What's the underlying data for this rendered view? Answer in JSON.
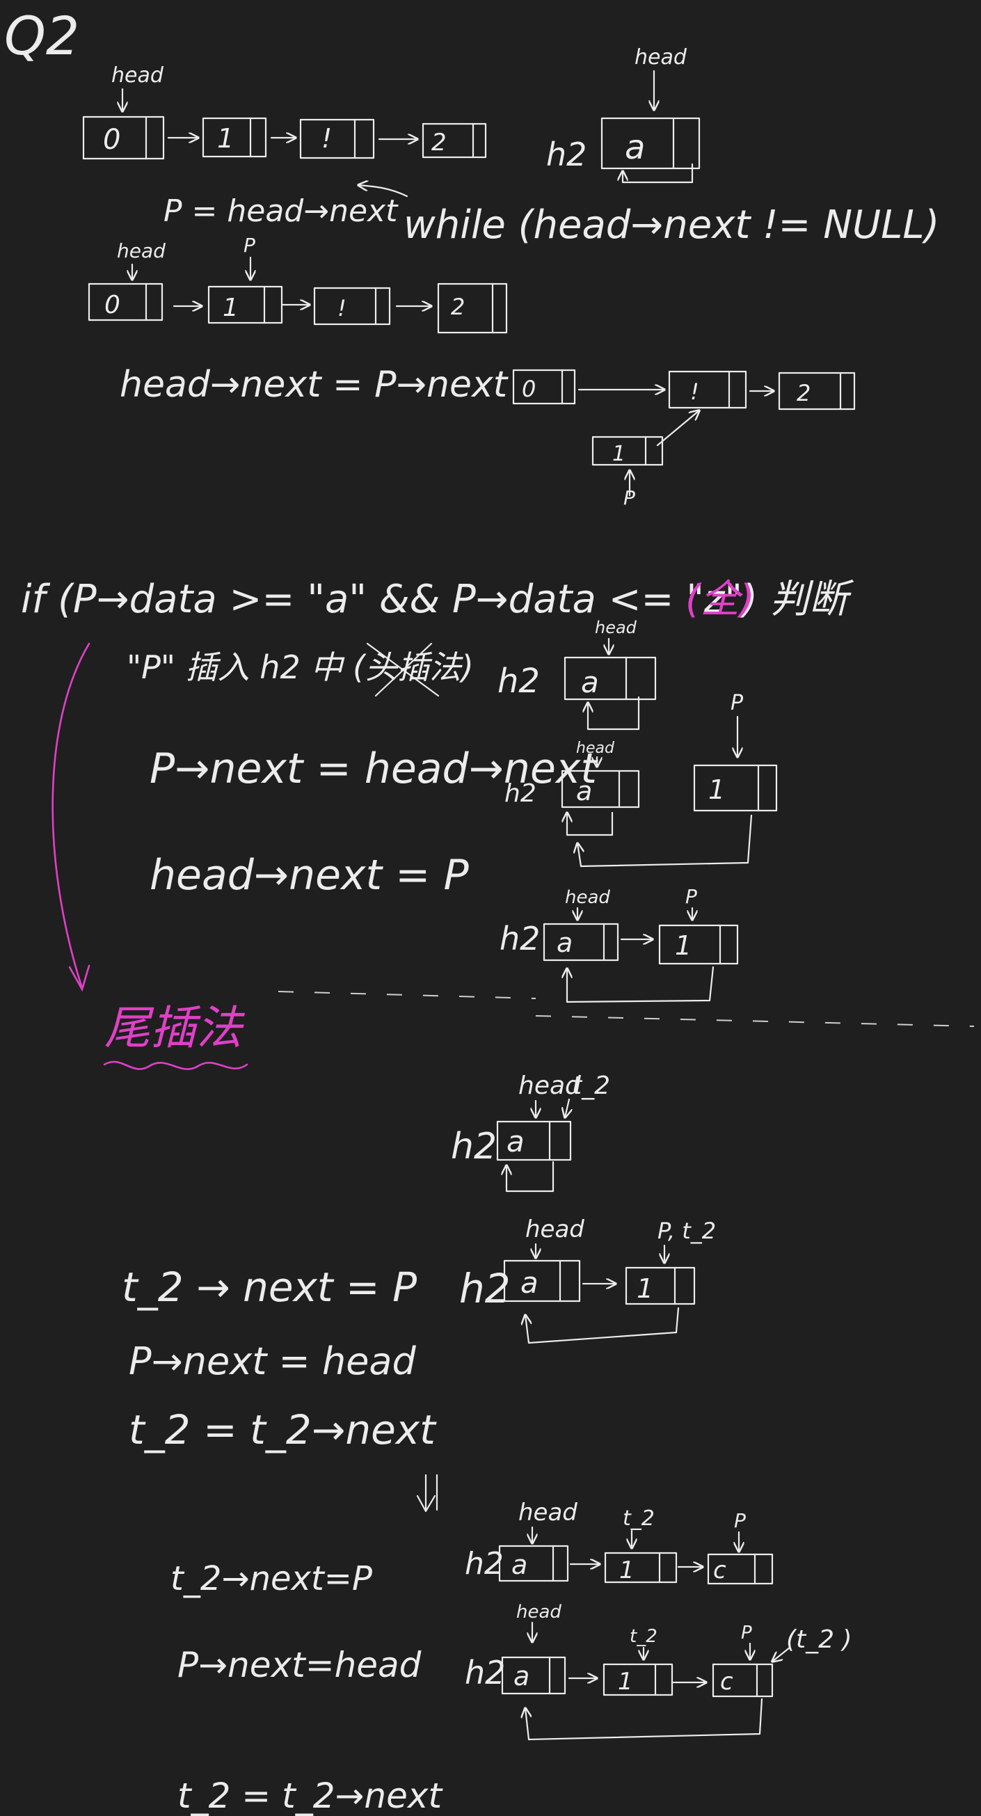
{
  "title": "Q2",
  "labels": {
    "head": "head",
    "h2": "h2",
    "p": "P",
    "t2": "t_2",
    "p_t2": "P, t_2",
    "t2_paren": "(t_2 )"
  },
  "nodes": {
    "n0": "0",
    "n1": "1",
    "nbang": "!",
    "n2": "2",
    "a": "a",
    "c": "c"
  },
  "code": {
    "p_eq": "P = head→next",
    "while": "while (head→next != NULL)",
    "head_next_p_next": "head→next = P→next",
    "if": "if (P→data >= \"a\" && P→data <= \"z\") 判断",
    "if_note": "(全)",
    "insert": "\"P\" 插入 h2 中 (头插法)",
    "p_next_head_next": "P→next = head→next",
    "head_next_p": "head→next = P",
    "tail_title": "尾插法",
    "t2_next_p": "t_2 → next = P",
    "p_next_head": "P→next = head",
    "t2_eq_t2_next": "t_2 = t_2→next",
    "t2_next_p_2": "t_2→next=P",
    "p_next_head_2": "P→next=head",
    "t2_eq_t2_next_2": "t_2 = t_2→next"
  },
  "colors": {
    "background": "#1f1f1f",
    "ink": "#ececec",
    "highlight": "#e040c8"
  }
}
